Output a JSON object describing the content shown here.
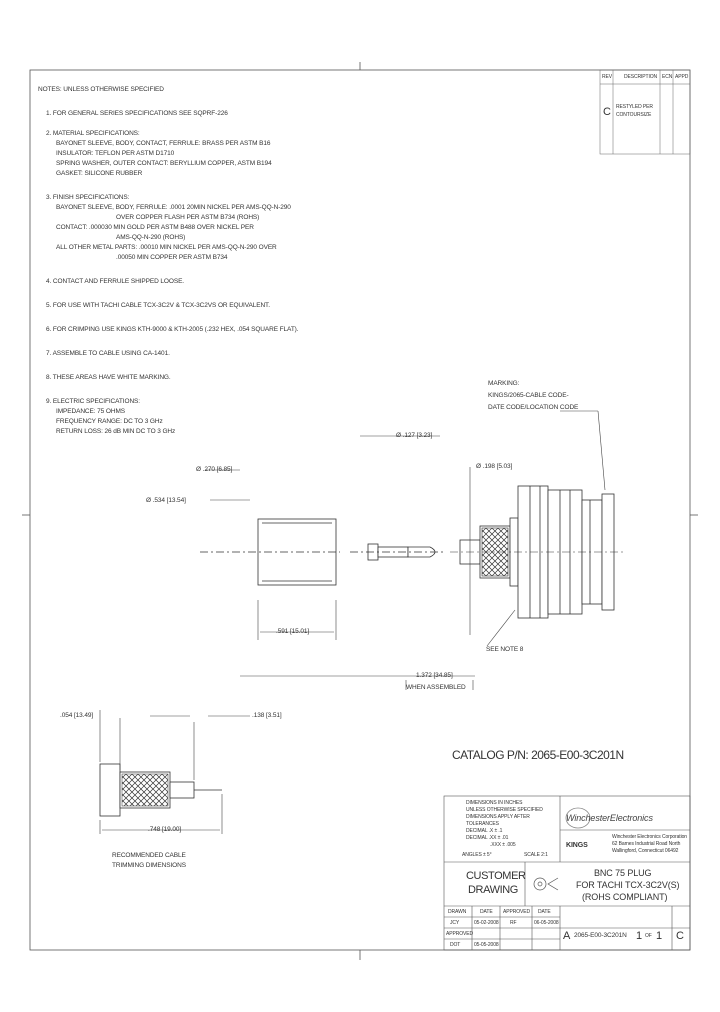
{
  "notes": {
    "header": "NOTES: UNLESS OTHERWISE SPECIFIED",
    "n1": "1. FOR GENERAL SERIES SPECIFICATIONS SEE SQPRF-226",
    "n2": "2. MATERIAL SPECIFICATIONS:",
    "n2a": "BAYONET SLEEVE, BODY, CONTACT, FERRULE: BRASS PER ASTM B16",
    "n2b": "INSULATOR: TEFLON PER ASTM D1710",
    "n2c": "SPRING WASHER, OUTER CONTACT: BERYLLIUM COPPER, ASTM B194",
    "n2d": "GASKET: SILICONE RUBBER",
    "n3": "3. FINISH SPECIFICATIONS:",
    "n3a": "BAYONET SLEEVE, BODY, FERRULE: .0001 20MIN NICKEL PER AMS-QQ-N-290",
    "n3b": "OVER COPPER FLASH PER ASTM B734 (ROHS)",
    "n3c": "CONTACT: .000030 MIN GOLD PER ASTM B488 OVER NICKEL PER",
    "n3d": "AMS-QQ-N-290 (ROHS)",
    "n3e": "ALL OTHER METAL PARTS: .00010 MIN NICKEL PER AMS-QQ-N-290 OVER",
    "n3f": ".00050 MIN COPPER PER ASTM B734",
    "n4": "4. CONTACT AND FERRULE SHIPPED LOOSE.",
    "n5": "5. FOR USE WITH TACHI CABLE TCX-3C2V & TCX-3C2VS OR EQUIVALENT.",
    "n6": "6. FOR CRIMPING USE KINGS KTH-9000 & KTH-2005 (.232 HEX, .054 SQUARE FLAT).",
    "n7": "7. ASSEMBLE TO CABLE USING CA-1401.",
    "n8": "8. THESE AREAS HAVE WHITE MARKING.",
    "n9": "9. ELECTRIC SPECIFICATIONS:",
    "n9a": "IMPEDANCE: 75 OHMS",
    "n9b": "FREQUENCY RANGE: DC TO 3 GHz",
    "n9c": "RETURN LOSS: 26 dB MIN DC TO 3 GHz"
  },
  "revision": {
    "col_rev": "REV",
    "col_desc": "DESCRIPTION",
    "col_ecn": "ECN",
    "col_appd": "APPD",
    "rev_letter": "C",
    "desc": "RESTYLED PER",
    "desc2": "CONTOURSIZE"
  },
  "dims": {
    "marking1": "MARKING:",
    "marking2": "KINGS/2065-CABLE CODE-",
    "marking3": "DATE CODE/LOCATION CODE",
    "d1": "Ø .127 [3.23]",
    "d2": "Ø .198 [5.03]",
    "d3": "Ø .270 [6.85]",
    "d4": "Ø .534 [13.54]",
    "d5": ".591 [15.01]",
    "d6": "1.372 [34.85]",
    "d7": "WHEN ASSEMBLED",
    "see_note": "SEE NOTE 8",
    "t1": ".054 [13.49]",
    "t2": ".138 [3.51]",
    "t3": ".748 [19.00]",
    "trim1": "RECOMMENDED CABLE",
    "trim2": "TRIMMING DIMENSIONS"
  },
  "catalog": "CATALOG P/N: 2065-E00-3C201N",
  "title_block": {
    "tol1": "DIMENSIONS IN INCHES",
    "tol2": "UNLESS OTHERWISE SPECIFIED",
    "tol3": "DIMENSIONS APPLY AFTER",
    "tol4": "TOLERANCES",
    "tol5": "DECIMAL .X  ± .1",
    "tol6": "DECIMAL .XX ± .01",
    "tol7": ".XXX ± .005",
    "angles": "ANGLES ± 5°",
    "scale": "SCALE 2:1",
    "company_logo": "WinchesterElectronics",
    "kings_logo": "KINGS",
    "addr1": "Winchester Electronics Corporation",
    "addr2": "62 Barnes Industrial Road North",
    "addr3": "Wallingford, Connecticut 06492",
    "customer1": "CUSTOMER",
    "customer2": "DRAWING",
    "desc1": "BNC 75 PLUG",
    "desc2": "FOR TACHI TCX-3C2V(S)",
    "desc3": "(ROHS COMPLIANT)",
    "drawn": "DRAWN",
    "date": "DATE",
    "approved": "APPROVED",
    "date2": "DATE",
    "drawn_by": "JCY",
    "drawn_date": "05-02-2008",
    "appr_by": "RF",
    "appr_date": "06-05-2008",
    "approved2": "APPROVED",
    "chk": "DOT",
    "chk_date": "05-05-2008",
    "size": "A",
    "dwg_no": "2065-E00-3C201N",
    "sheet": "1",
    "of": "OF",
    "total": "1",
    "rev": "C"
  }
}
